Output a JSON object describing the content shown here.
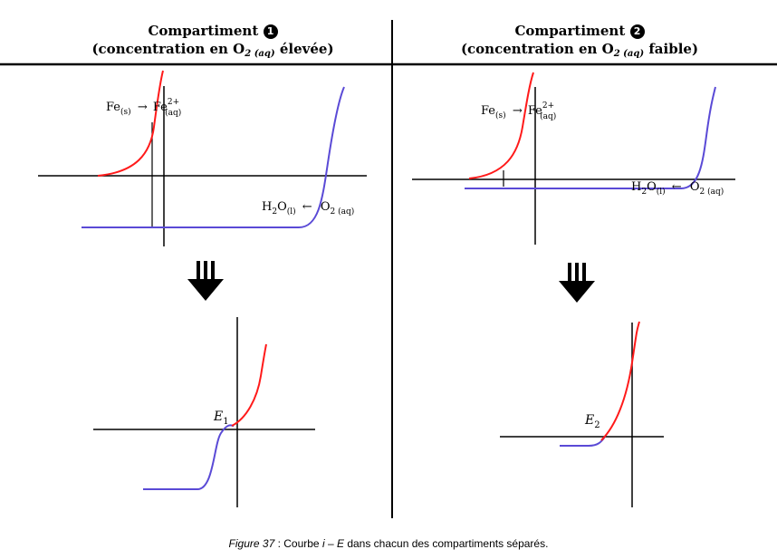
{
  "compartments": [
    {
      "title": "Compartiment",
      "number": "1",
      "condition_prefix": "(concentration en",
      "species": "O",
      "species_sub": "2 (aq)",
      "condition_suffix": "élevée)"
    },
    {
      "title": "Compartiment",
      "number": "2",
      "condition_prefix": "(concentration en",
      "species": "O",
      "species_sub": "2 (aq)",
      "condition_suffix": "faible)"
    }
  ],
  "labels": {
    "oxidation_left": "Fe",
    "oxidation_left_sub": "(s)",
    "oxidation_right": "Fe",
    "oxidation_right_sup": "2+",
    "oxidation_right_sub": "(aq)",
    "reduction_left": "H",
    "reduction_left_sub1": "2",
    "reduction_left_mid": "O",
    "reduction_left_sub2": "(l)",
    "reduction_right": "O",
    "reduction_right_sub": "2 (aq)",
    "arrow_right": "→",
    "arrow_left": "←",
    "down_arrow": "⤋",
    "e1": "E",
    "e1_sub": "1",
    "e2": "E",
    "e2_sub": "2"
  },
  "colors": {
    "oxidation_curve": "#ff1a1a",
    "reduction_curve": "#5a4ad6",
    "axes": "#000000"
  },
  "caption": {
    "figure": "Figure 37",
    "sep": " : Courbe ",
    "i": "i",
    "dash": " – ",
    "e": "E",
    "rest": " dans chacun des compartiments séparés."
  }
}
